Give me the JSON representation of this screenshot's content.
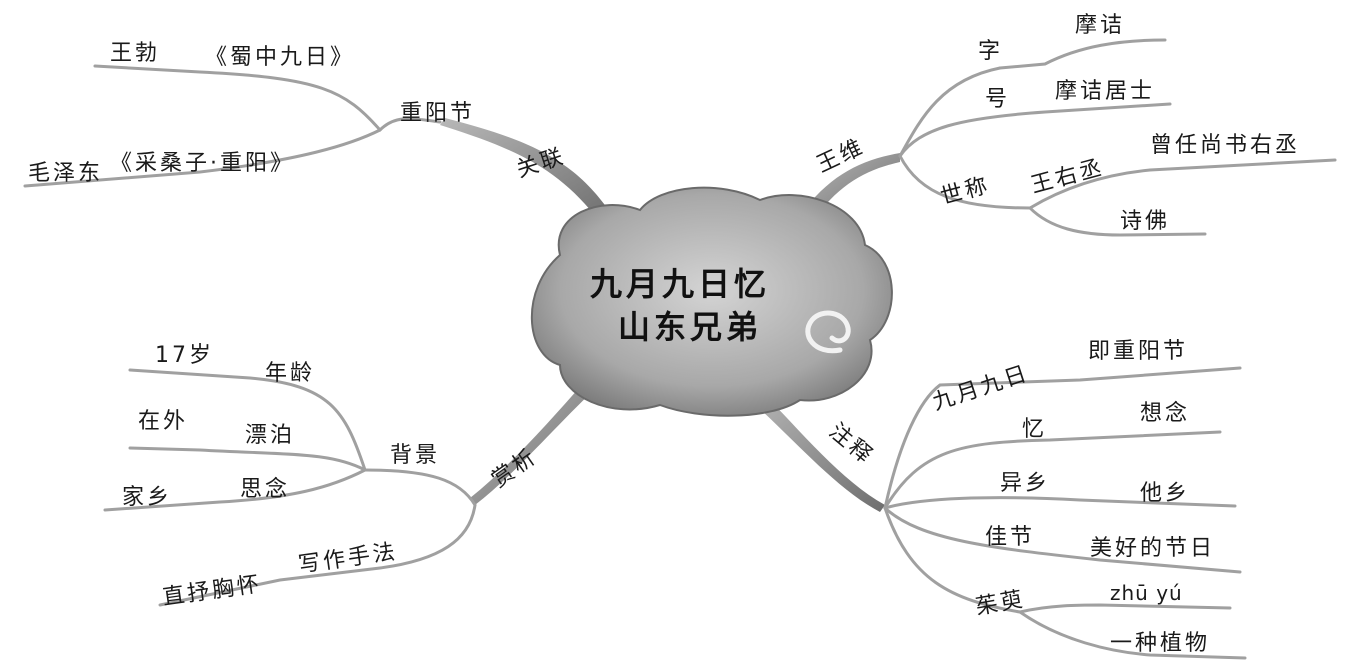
{
  "center": {
    "line1": "九月九日忆",
    "line2": "山东兄弟"
  },
  "branches": {
    "relation": {
      "label": "关联",
      "sub": "重阳节",
      "poem1": {
        "author": "王勃",
        "title": "《蜀中九日》"
      },
      "poem2": {
        "author": "毛泽东",
        "title": "《采桑子·重阳》"
      }
    },
    "author": {
      "label": "王维",
      "zi": {
        "key": "字",
        "value": "摩诘"
      },
      "hao": {
        "key": "号",
        "value": "摩诘居士"
      },
      "shicheng": {
        "key": "世称",
        "v1": "王右丞",
        "v1_note": "曾任尚书右丞",
        "v2": "诗佛"
      }
    },
    "appreciation": {
      "label": "赏析",
      "background": {
        "label": "背景",
        "age": {
          "key": "年龄",
          "value": "17岁"
        },
        "wander": {
          "key": "漂泊",
          "value": "在外"
        },
        "miss": {
          "key": "思念",
          "value": "家乡"
        }
      },
      "technique": {
        "label": "写作手法",
        "value": "直抒胸怀"
      }
    },
    "notes": {
      "label": "注释",
      "items": [
        {
          "key": "九月九日",
          "value": "即重阳节"
        },
        {
          "key": "忆",
          "value": "想念"
        },
        {
          "key": "异乡",
          "value": "他乡"
        },
        {
          "key": "佳节",
          "value": "美好的节日"
        },
        {
          "key": "茱萸",
          "pinyin": "zhū yú",
          "value": "一种植物"
        }
      ]
    }
  }
}
